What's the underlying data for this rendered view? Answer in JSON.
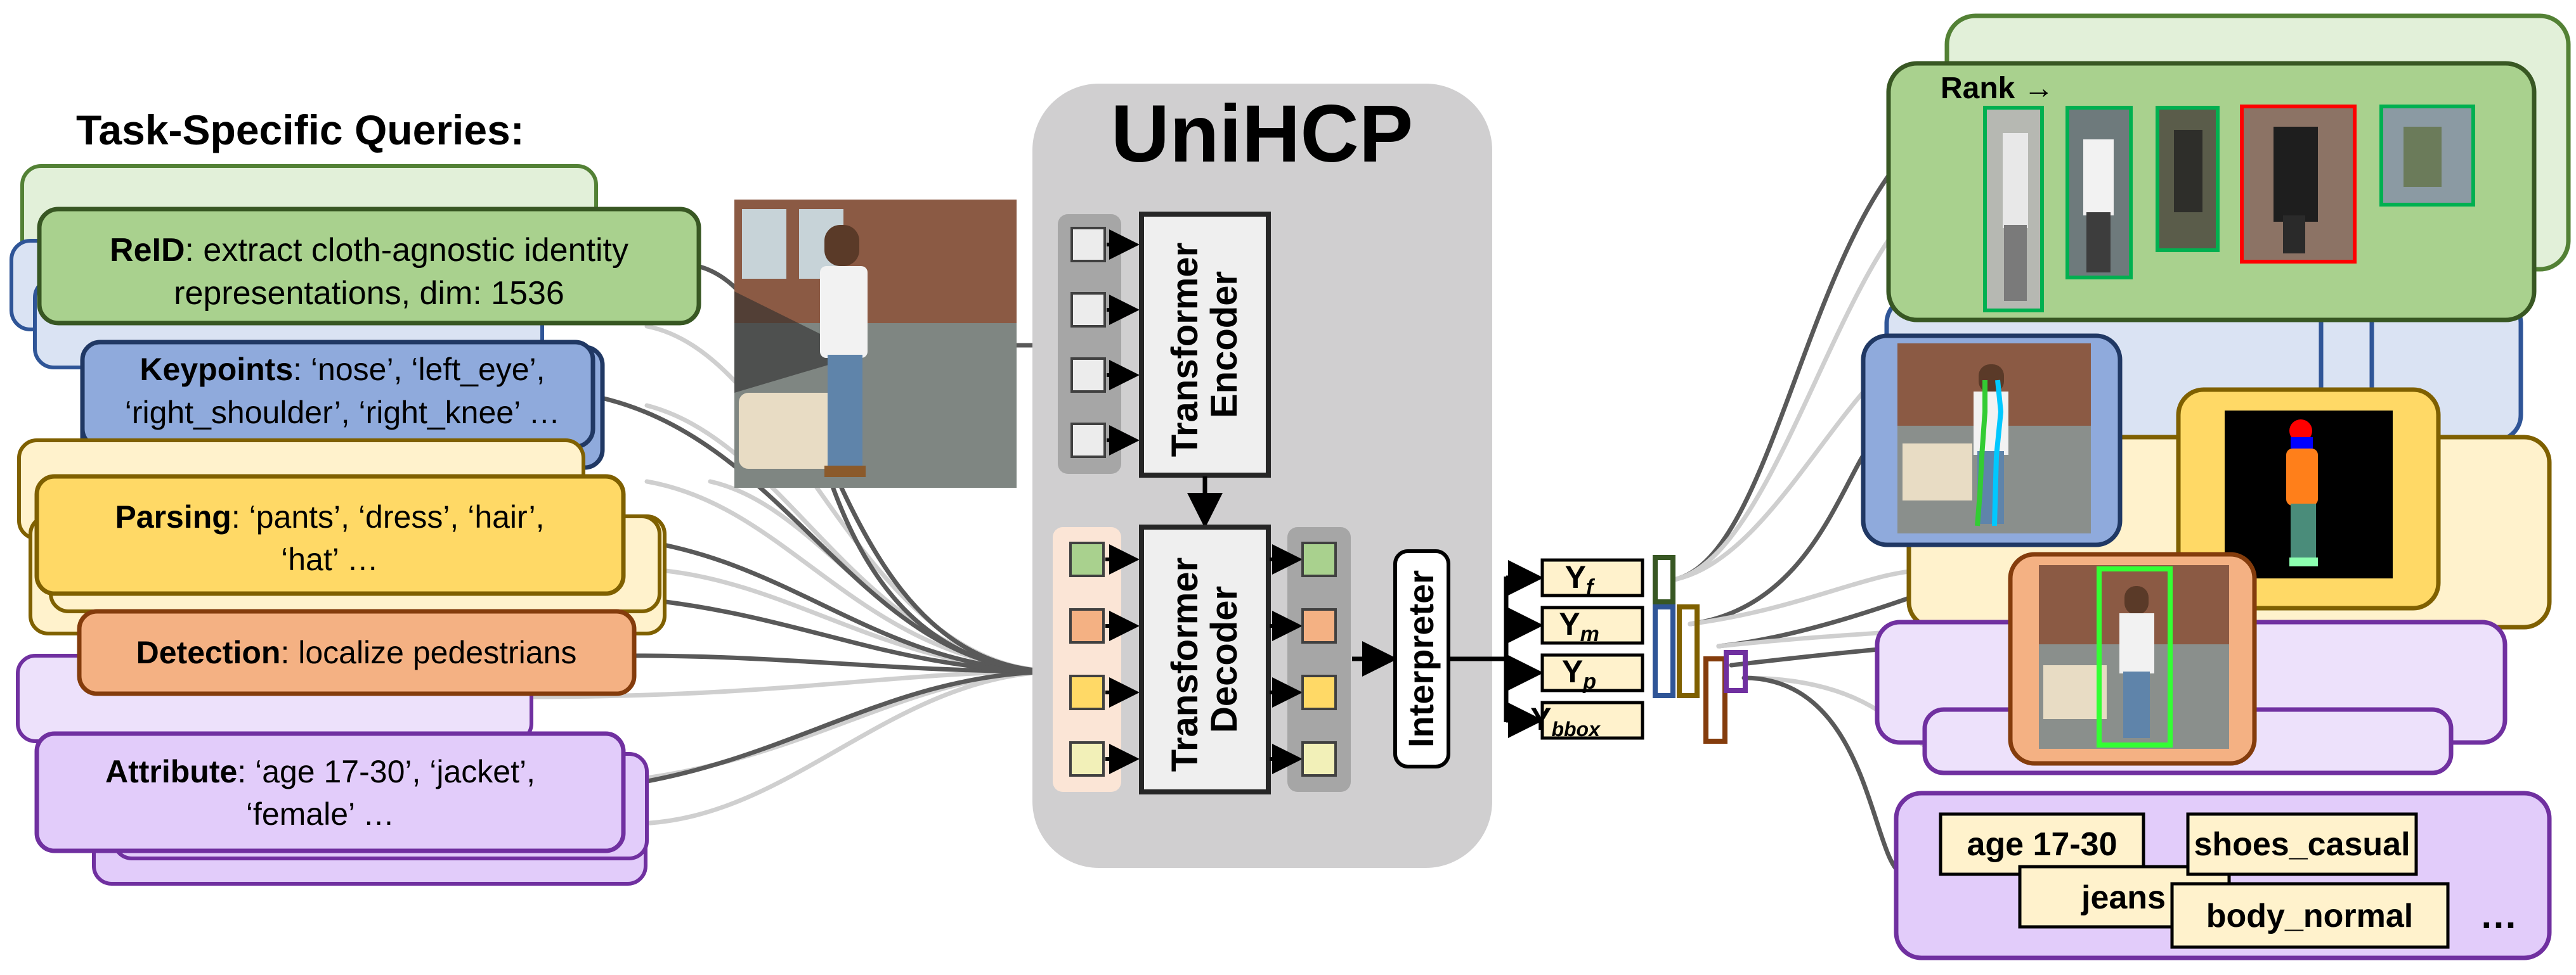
{
  "heading": "Task-Specific  Queries:",
  "title": "UniHCP",
  "queries": [
    {
      "key": "reid",
      "label": "ReID",
      "line1": ": extract cloth-agnostic identity",
      "line2": "representations, dim: 1536",
      "fill": "#a9d18e",
      "stroke": "#385723"
    },
    {
      "key": "keypoints",
      "label": "Keypoints",
      "line1": ": ‘nose’, ‘left_eye’,",
      "line2": "‘right_shoulder’, ‘right_knee’ …",
      "fill": "#8faadc",
      "stroke": "#203864"
    },
    {
      "key": "parsing",
      "label": "Parsing",
      "line1": ": ‘pants’, ‘dress’, ‘hair’,",
      "line2": "‘hat’ …",
      "fill": "#ffd966",
      "stroke": "#7f6000"
    },
    {
      "key": "detection",
      "label": "Detection",
      "line1": ": localize pedestrians",
      "line2": "",
      "fill": "#f4b183",
      "stroke": "#843c0c"
    },
    {
      "key": "attribute",
      "label": "Attribute",
      "line1": ": ‘age  17-30’, ‘jacket’,",
      "line2": "‘female’ …",
      "fill": "#e2ccfa",
      "stroke": "#7030a0"
    }
  ],
  "encoder": {
    "line1": "Transformer",
    "line2": "Encoder"
  },
  "decoder": {
    "line1": "Transformer",
    "line2": "Decoder"
  },
  "interpreter": "Interpreter",
  "outputs": [
    {
      "base": "Y",
      "sub": "f"
    },
    {
      "base": "Y",
      "sub": "m"
    },
    {
      "base": "Y",
      "sub": "p"
    },
    {
      "base": "Y",
      "sub": "bbox"
    }
  ],
  "rank_label": "Rank →",
  "attribute_tags": [
    "age 17-30",
    "shoes_casual",
    "jeans",
    "body_normal"
  ],
  "ellipsis": "…",
  "colors": {
    "panel": "#d0cfd0",
    "encoder_token": "#ececec",
    "token_green": "#a9d18e",
    "token_orange": "#f4b183",
    "token_yellow": "#ffd966",
    "token_cream": "#f2f0b8",
    "tag_fill": "#fff2cc"
  }
}
